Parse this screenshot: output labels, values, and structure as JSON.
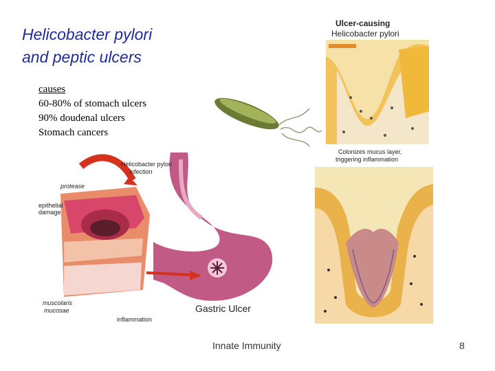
{
  "slide": {
    "title_line1": "Helicobacter pylori",
    "title_line2": "and peptic ulcers",
    "bullets": [
      "causes",
      "60-80% of stomach ulcers",
      "90% doudenal ulcers",
      "Stomach cancers"
    ],
    "footer": "Innate Immunity",
    "page_number": "8"
  },
  "figure_top_right": {
    "title_line1": "Ulcer-causing",
    "title_line2": "Helicobacter pylori",
    "caption_line1": "Colonizes mucus layer,",
    "caption_line2": "triggering inflammation"
  },
  "figure_stomach": {
    "infection_line1": "Helicobacter pylori",
    "infection_line2": "infection",
    "protease": "protease",
    "epithelial_line1": "epithelial",
    "epithelial_line2": "damage",
    "muscolaris_line1": "muscolaris",
    "muscolaris_line2": "mucosae",
    "inflammation": "inflammation",
    "gastric_ulcer": "Gastric Ulcer"
  }
}
